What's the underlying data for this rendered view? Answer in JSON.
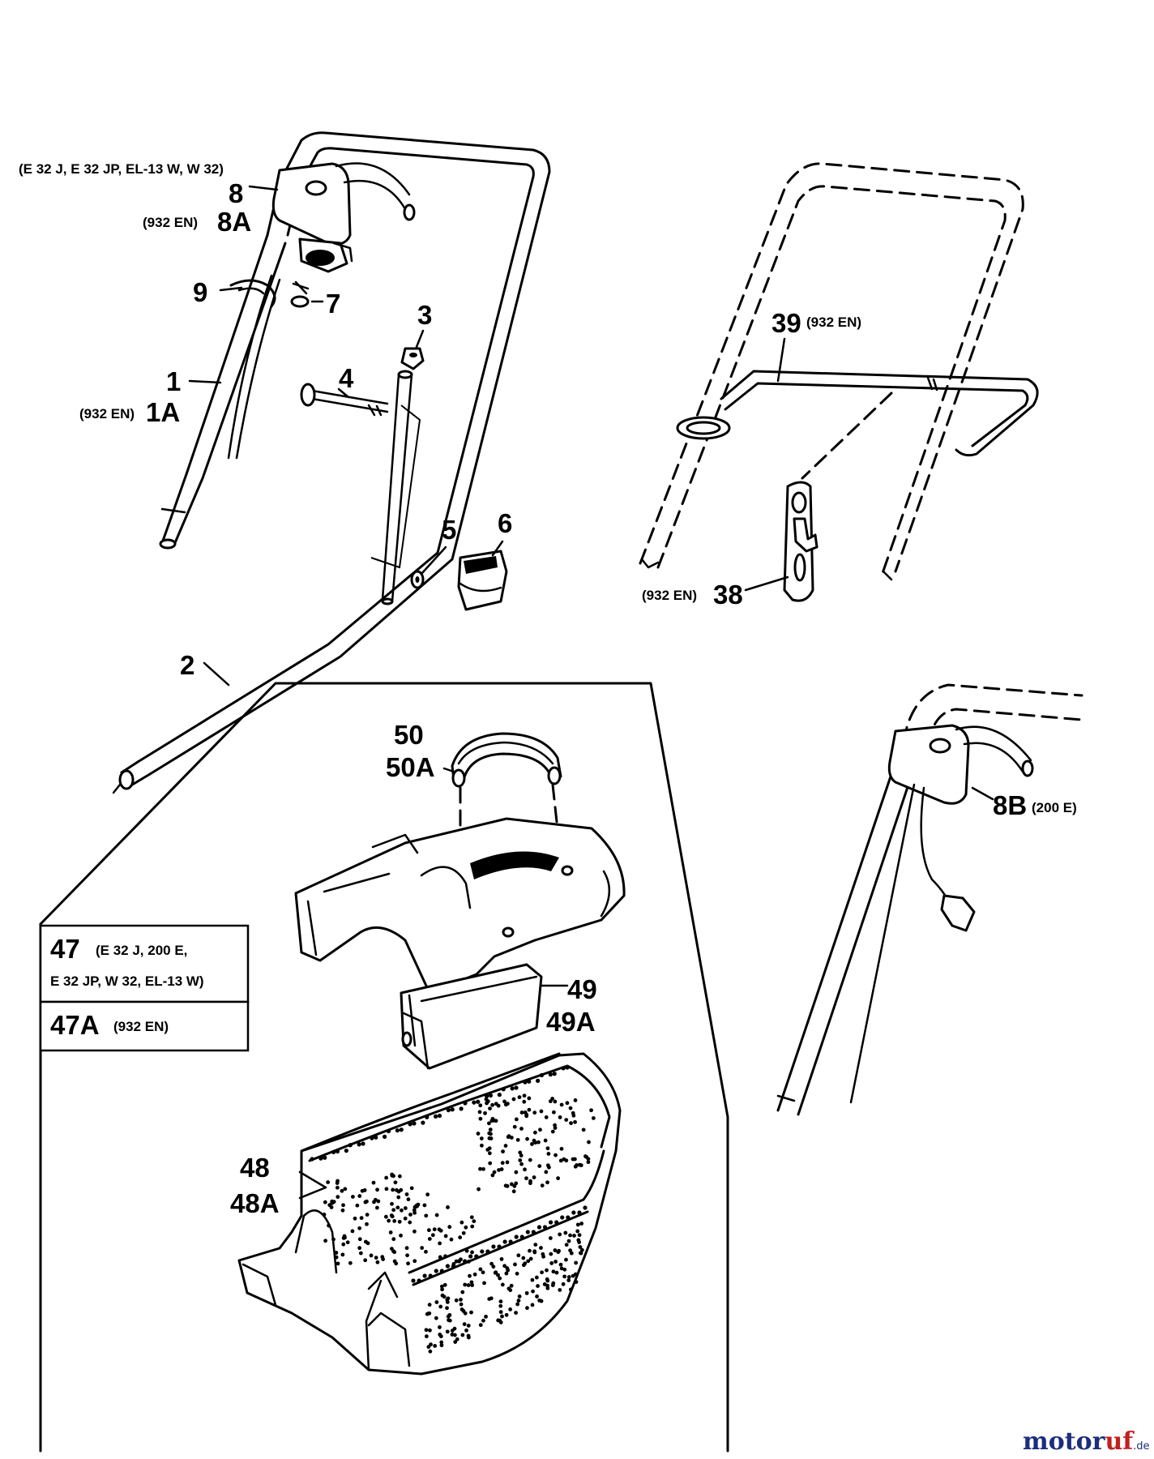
{
  "labels": {
    "model_note_top": "(E 32 J, E 32 JP, EL-13 W, W 32)",
    "p8": "8",
    "p8A_note": "(932 EN)",
    "p8A": "8A",
    "p9": "9",
    "p7": "7",
    "p3": "3",
    "p4": "4",
    "p1": "1",
    "p1A_note": "(932 EN)",
    "p1A": "1A",
    "p5": "5",
    "p6": "6",
    "p2": "2",
    "p39": "39",
    "p39_note": "(932 EN)",
    "p38_note": "(932 EN)",
    "p38": "38",
    "p50": "50",
    "p50A": "50A",
    "p8B": "8B",
    "p8B_note": "(200 E)",
    "p49": "49",
    "p49A": "49A",
    "p48": "48",
    "p48A": "48A"
  },
  "legend_box": {
    "row1_num": "47",
    "row1_line1": "(E 32 J, 200 E,",
    "row1_line2": "E 32 JP,  W 32, EL-13 W)",
    "row2_num": "47A",
    "row2_note": "(932 EN)"
  },
  "watermark": {
    "part_a": "motor",
    "part_b": "uf",
    "suffix": ".de"
  }
}
